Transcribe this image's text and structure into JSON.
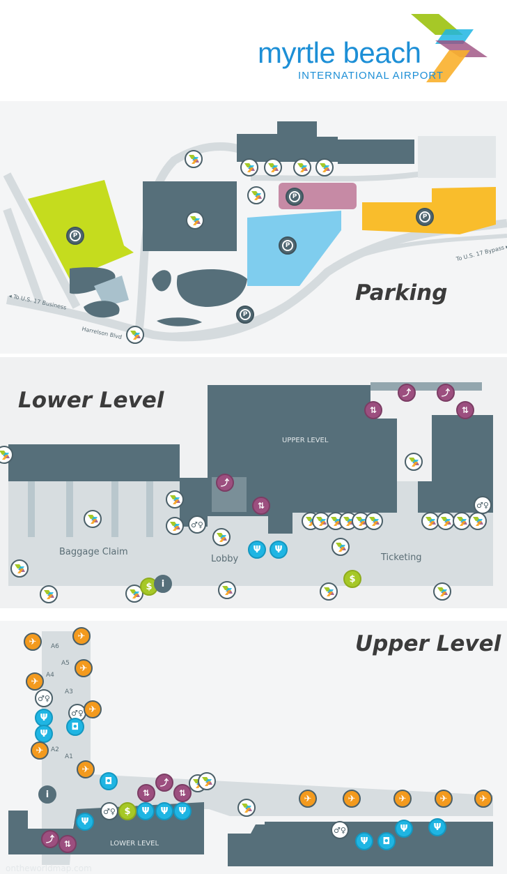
{
  "header": {
    "brand_name": "myrtle beach",
    "brand_sub": "INTERNATIONAL AIRPORT"
  },
  "parking": {
    "title": "Parking",
    "road_us17_business": "◂ To U.S. 17 Business",
    "road_us17_bypass": "To U.S. 17 Bypass ▸",
    "road_harrelson": "Harrelson Blvd"
  },
  "lower_level": {
    "title": "Lower Level",
    "upper_level_label": "UPPER LEVEL",
    "baggage_claim": "Baggage Claim",
    "lobby": "Lobby",
    "ticketing": "Ticketing"
  },
  "upper_level": {
    "title": "Upper Level",
    "lower_level_label": "LOWER LEVEL",
    "gates": [
      "A1",
      "A2",
      "A3",
      "A4",
      "A5",
      "A6"
    ]
  },
  "icons": {
    "parking": "P",
    "elevator": "⇅",
    "escalator": "⤴",
    "restroom": "♂♀",
    "food": "Ψ",
    "shop": "◘",
    "atm": "$",
    "info": "i",
    "departure": "✈"
  },
  "colors": {
    "building": "#566f7a",
    "road": "#d5dbde",
    "economy_lot": "#c5dc1e",
    "short_term_lot": "#7fcdee",
    "premium_lot": "#c68aa5",
    "long_term_lot": "#f9bd2c",
    "service_purple": "#9c4f7f",
    "food_cyan": "#1fb5e3",
    "gate_orange": "#f39a1e"
  },
  "watermark": "ontheworldmap.com"
}
